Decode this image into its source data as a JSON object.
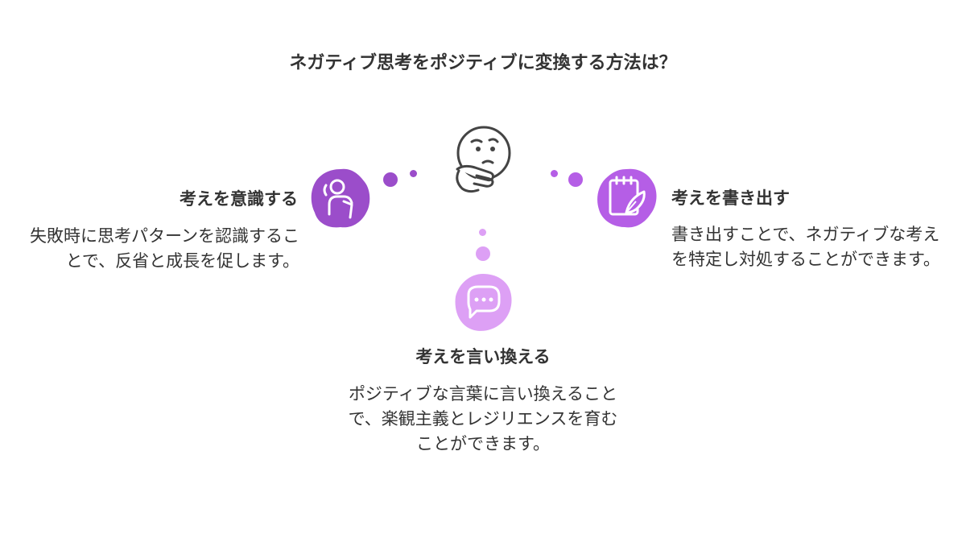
{
  "title": "ネガティブ思考をポジティブに変換する方法は？",
  "center_icon": "thinking-face-icon",
  "nodes": {
    "left": {
      "heading": "考えを意識する",
      "description": "失敗時に思考パターンを認識することで、反省と成長を促します。",
      "icon": "self-reflection-person-icon",
      "color": "#9b4dca"
    },
    "right": {
      "heading": "考えを書き出す",
      "description": "書き出すことで、ネガティブな考えを特定し対処することができます。",
      "icon": "notepad-quill-icon",
      "color": "#b55ee6"
    },
    "bottom": {
      "heading": "考えを言い換える",
      "description": "ポジティブな言葉に言い換えることで、楽観主義とレジリエンスを育むことができます。",
      "icon": "speech-bubble-icon",
      "color": "#dda0f5"
    }
  }
}
